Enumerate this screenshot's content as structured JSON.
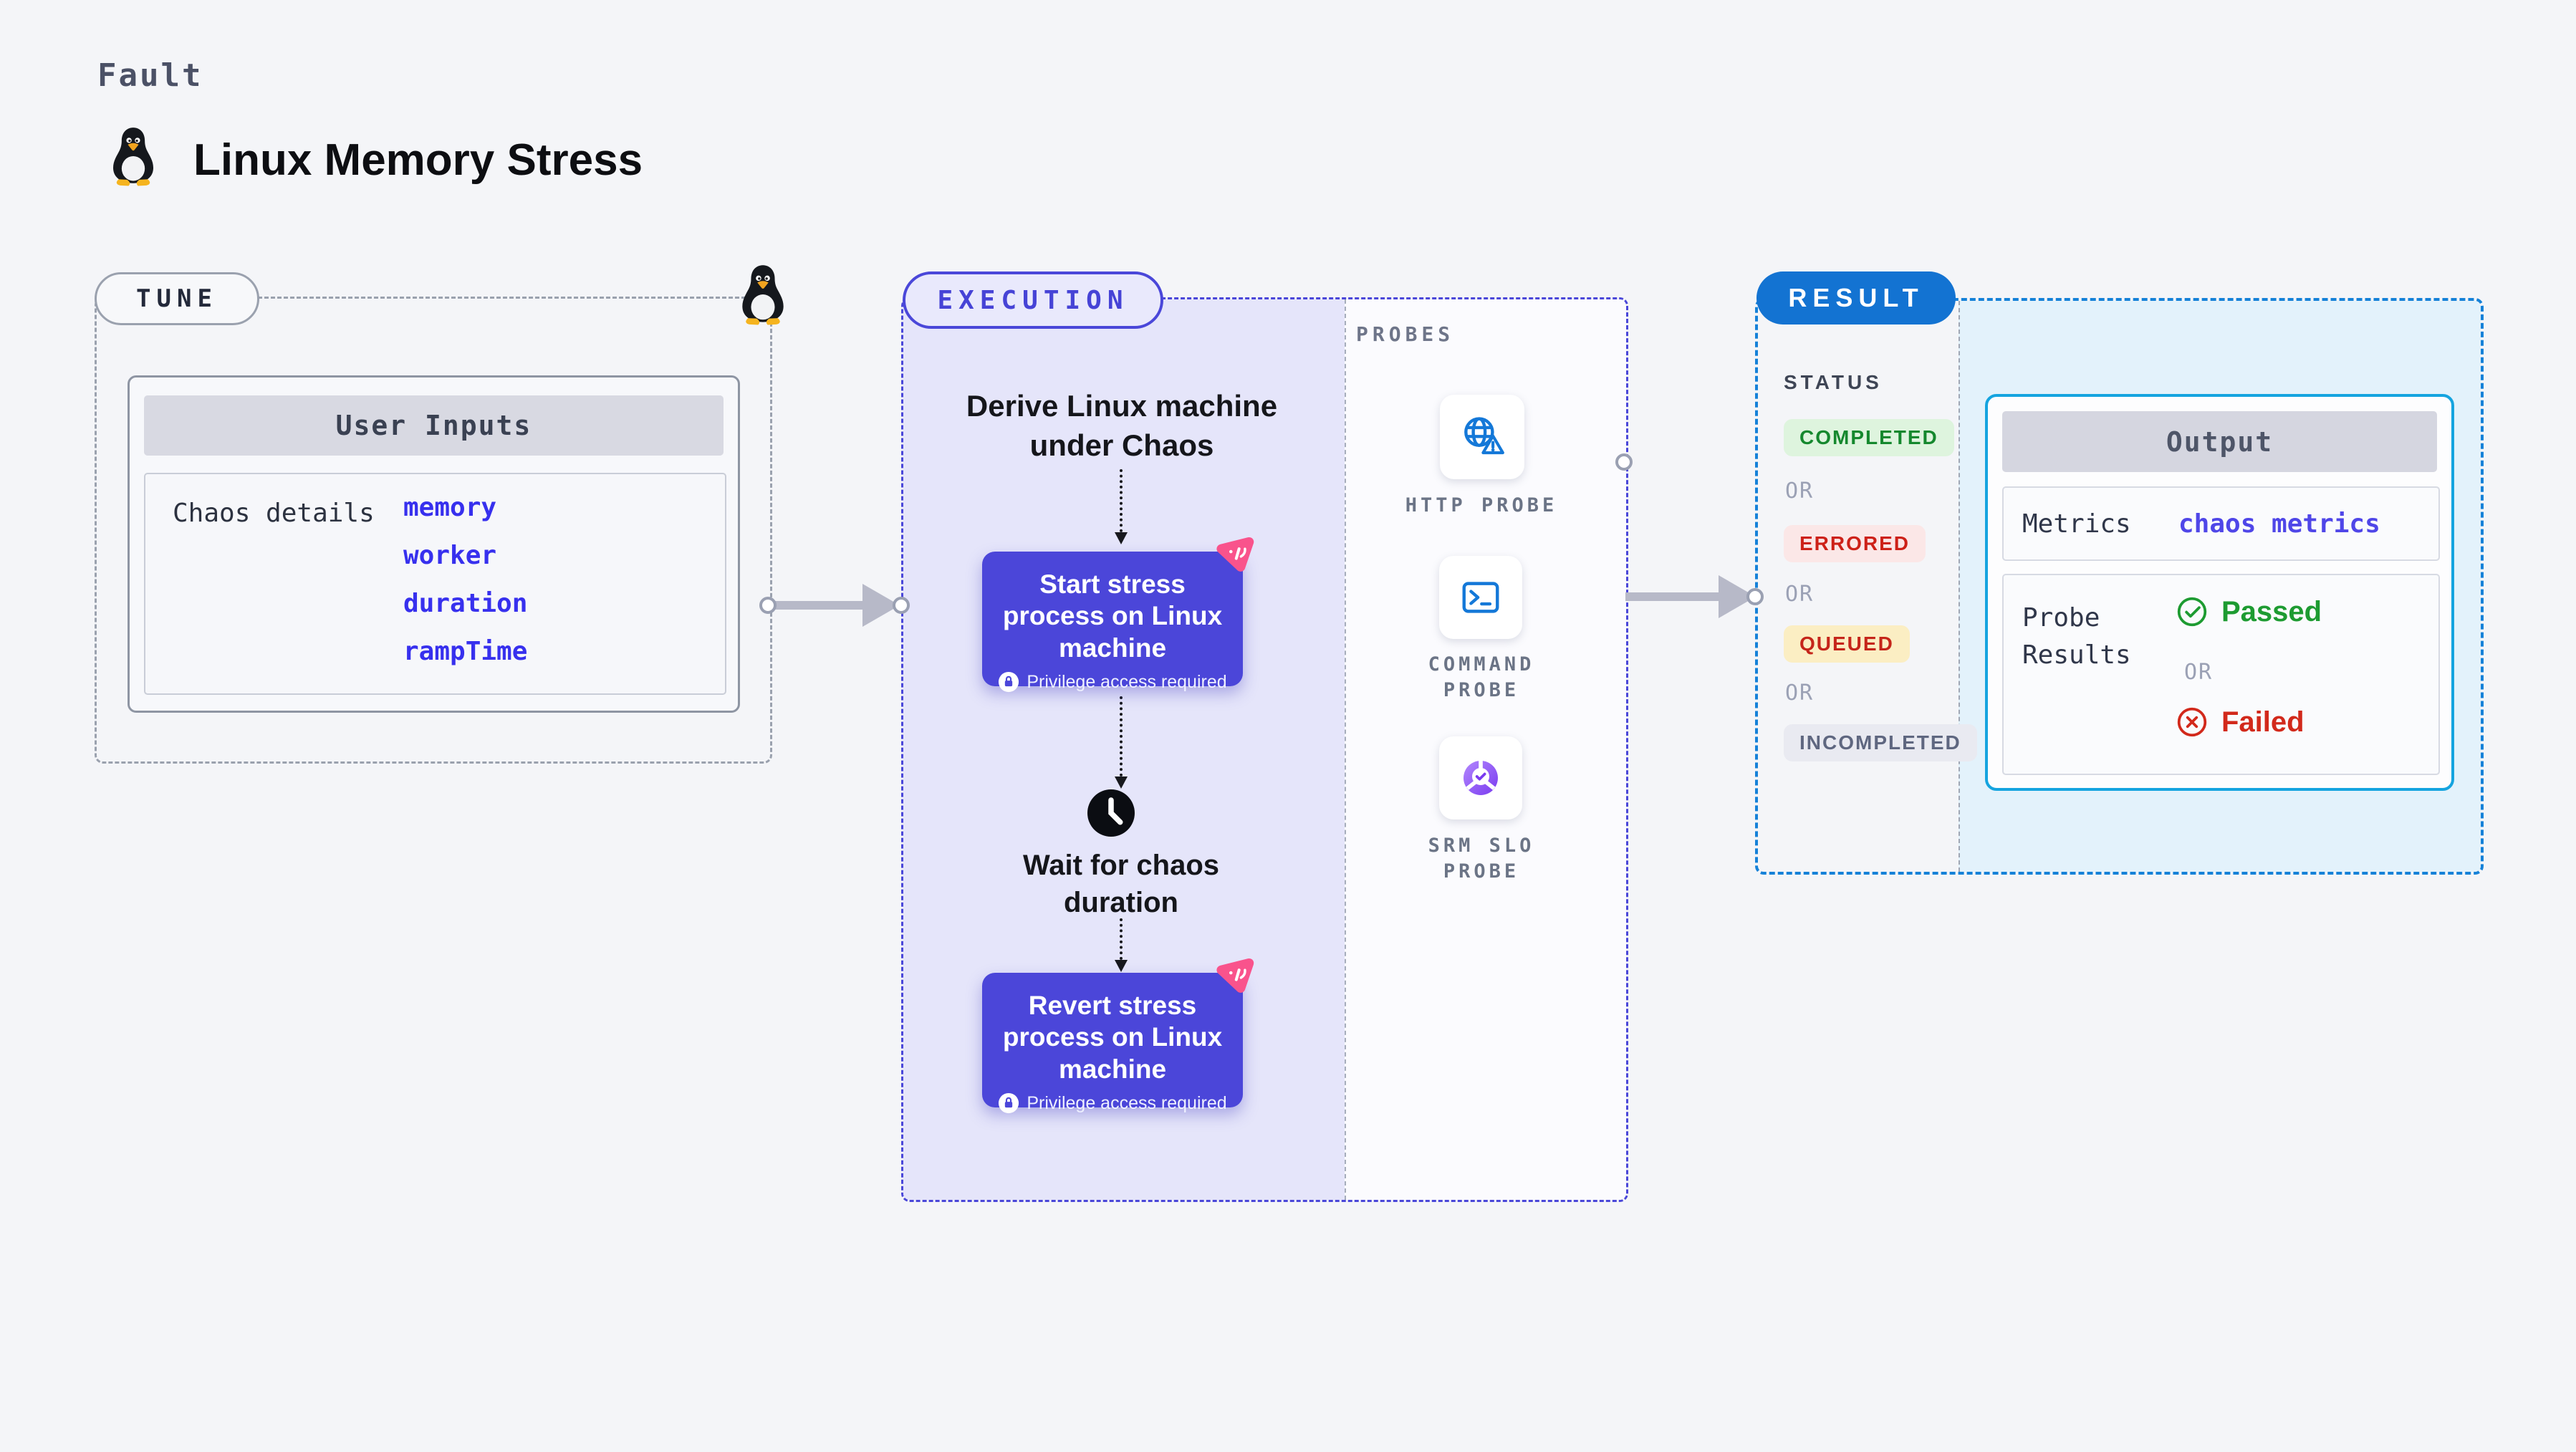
{
  "header": {
    "eyebrow": "Fault",
    "title": "Linux Memory Stress"
  },
  "tune": {
    "badge": "TUNE",
    "user_inputs": {
      "header": "User Inputs",
      "row_label": "Chaos details",
      "values": [
        "memory",
        "worker",
        "duration",
        "rampTime"
      ]
    }
  },
  "execution": {
    "badge": "EXECUTION",
    "derive_label": "Derive Linux machine under Chaos",
    "start_node": {
      "title": "Start stress process on Linux machine",
      "note": "Privilege access required"
    },
    "wait_label": "Wait for chaos duration",
    "revert_node": {
      "title": "Revert stress process on Linux machine",
      "note": "Privilege access required"
    },
    "probes": {
      "label": "PROBES",
      "items": [
        {
          "name": "HTTP PROBE",
          "icon": "globe-alert-icon"
        },
        {
          "name": "COMMAND PROBE",
          "icon": "terminal-icon"
        },
        {
          "name": "SRM SLO PROBE",
          "icon": "pie-check-icon"
        }
      ]
    }
  },
  "result": {
    "badge": "RESULT",
    "status": {
      "label": "STATUS",
      "separator": "OR",
      "items": [
        {
          "label": "COMPLETED",
          "fg": "#15882e",
          "bg": "#def4de"
        },
        {
          "label": "ERRORED",
          "fg": "#cd2118",
          "bg": "#fbe7e7"
        },
        {
          "label": "QUEUED",
          "fg": "#c5251a",
          "bg": "#fbeec3"
        },
        {
          "label": "INCOMPLETED",
          "fg": "#5f6780",
          "bg": "#e9eaf1"
        }
      ]
    },
    "output": {
      "header": "Output",
      "metrics_label": "Metrics",
      "metrics_value": "chaos metrics",
      "probe_results_label": "Probe Results",
      "passed_label": "Passed",
      "or_label": "OR",
      "failed_label": "Failed"
    }
  },
  "icons": {
    "title_icon": "tux-penguin-icon",
    "tune_corner_icon": "tux-penguin-icon",
    "node_corner_icon": "chaos-triangle-icon",
    "node_note_icon": "lock-icon",
    "wait_icon": "clock-icon",
    "passed_icon": "check-circle-icon",
    "failed_icon": "x-circle-icon"
  },
  "colors": {
    "page_bg": "#f4f5f8",
    "accent_indigo": "#4b46d9",
    "execution_bg": "#e5e5fa",
    "accent_blue": "#1373d2",
    "result_bg": "#e3f2fb",
    "output_border_cyan": "#15a4df",
    "accent_pink": "#f9538c",
    "probe_icon_blue": "#1478d8",
    "srm_purple": "#7a3bf0",
    "value_blue": "#3730ee",
    "passed_green": "#1d9b31",
    "failed_red": "#d2291b",
    "arrow_gray": "#b7b9c8"
  }
}
